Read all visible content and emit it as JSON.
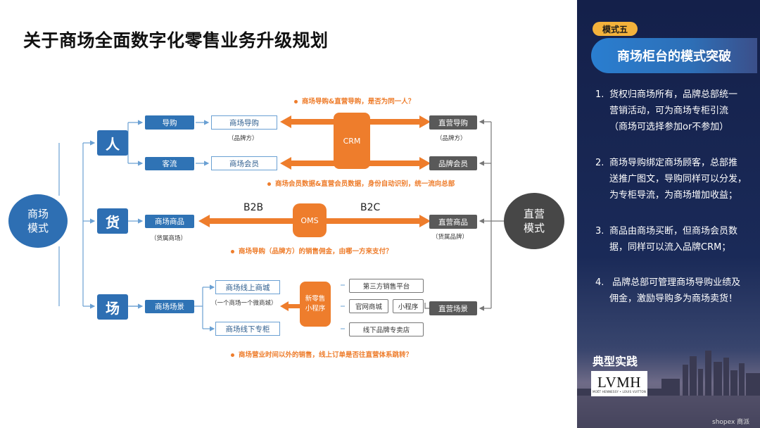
{
  "title": "关于商场全面数字化零售业务升级规划",
  "left_circle": {
    "line1": "商场",
    "line2": "模式"
  },
  "right_circle": {
    "line1": "直营",
    "line2": "模式"
  },
  "categories": {
    "people": "人",
    "goods": "货",
    "place": "场"
  },
  "boxes": {
    "guide": "导购",
    "traffic": "客流",
    "mall_guide": "商场导购",
    "mall_member": "商场会员",
    "mall_goods": "商场商品",
    "mall_scene": "商场场景",
    "mall_online": "商场线上商城",
    "mall_offline": "商场线下专柜",
    "direct_guide": "直营导购",
    "brand_member": "品牌会员",
    "direct_goods": "直营商品",
    "direct_scene": "直营场景",
    "third_party": "第三方销售平台",
    "official_mall": "官网商城",
    "mini_program": "小程序",
    "offline_brand": "线下品牌专卖店"
  },
  "subs": {
    "brand_side_left": "（品牌方）",
    "brand_side_right": "（品牌方）",
    "goods_mall": "（货属商场）",
    "goods_brand": "（货属品牌）",
    "one_mall": "（一个商场一个微商城）"
  },
  "orange": {
    "crm": "CRM",
    "oms": "OMS",
    "newretail_1": "新零售",
    "newretail_2": "小程序"
  },
  "labels": {
    "b2b": "B2B",
    "b2c": "B2C"
  },
  "notes": [
    "商场导购&直营导购，是否为同一人？",
    "商场会员数据&直营会员数据，身份自动识别，统一流向总部",
    "商场导购（品牌方）的销售佣金，由哪一方来支付？",
    "商场营业时间以外的销售，线上订单是否往直营体系跳转？"
  ],
  "panel": {
    "tag": "模式五",
    "headline": "商场柜台的模式突破",
    "points": [
      {
        "num": "1.",
        "lines": [
          "货权归商场所有，品牌总部统一",
          "营销活动，可为商场专柜引流",
          "（商场可选择参加or不参加）"
        ]
      },
      {
        "num": "2.",
        "lines": [
          "商场导购绑定商场顾客，总部推",
          "送推广图文，导购同样可以分发，",
          "为专柜导流，为商场增加收益；"
        ]
      },
      {
        "num": "3.",
        "lines": [
          "商品由商场买断，但商场会员数",
          "据，同样可以流入品牌CRM；"
        ]
      },
      {
        "num": "4.",
        "lines": [
          " 品牌总部可管理商场导购业绩及",
          "佣金，激励导购多为商场卖货！"
        ]
      }
    ],
    "practice": "典型实践",
    "logo_text": "LVMH",
    "logo_sub": "MOËT HENNESSY • LOUIS VUITTON",
    "brand": "shopex 商派"
  },
  "colors": {
    "blue": "#2f73b5",
    "orange": "#ee7d2c",
    "dark": "#595959",
    "navy": "#14204a",
    "gold": "#f3b23b"
  }
}
